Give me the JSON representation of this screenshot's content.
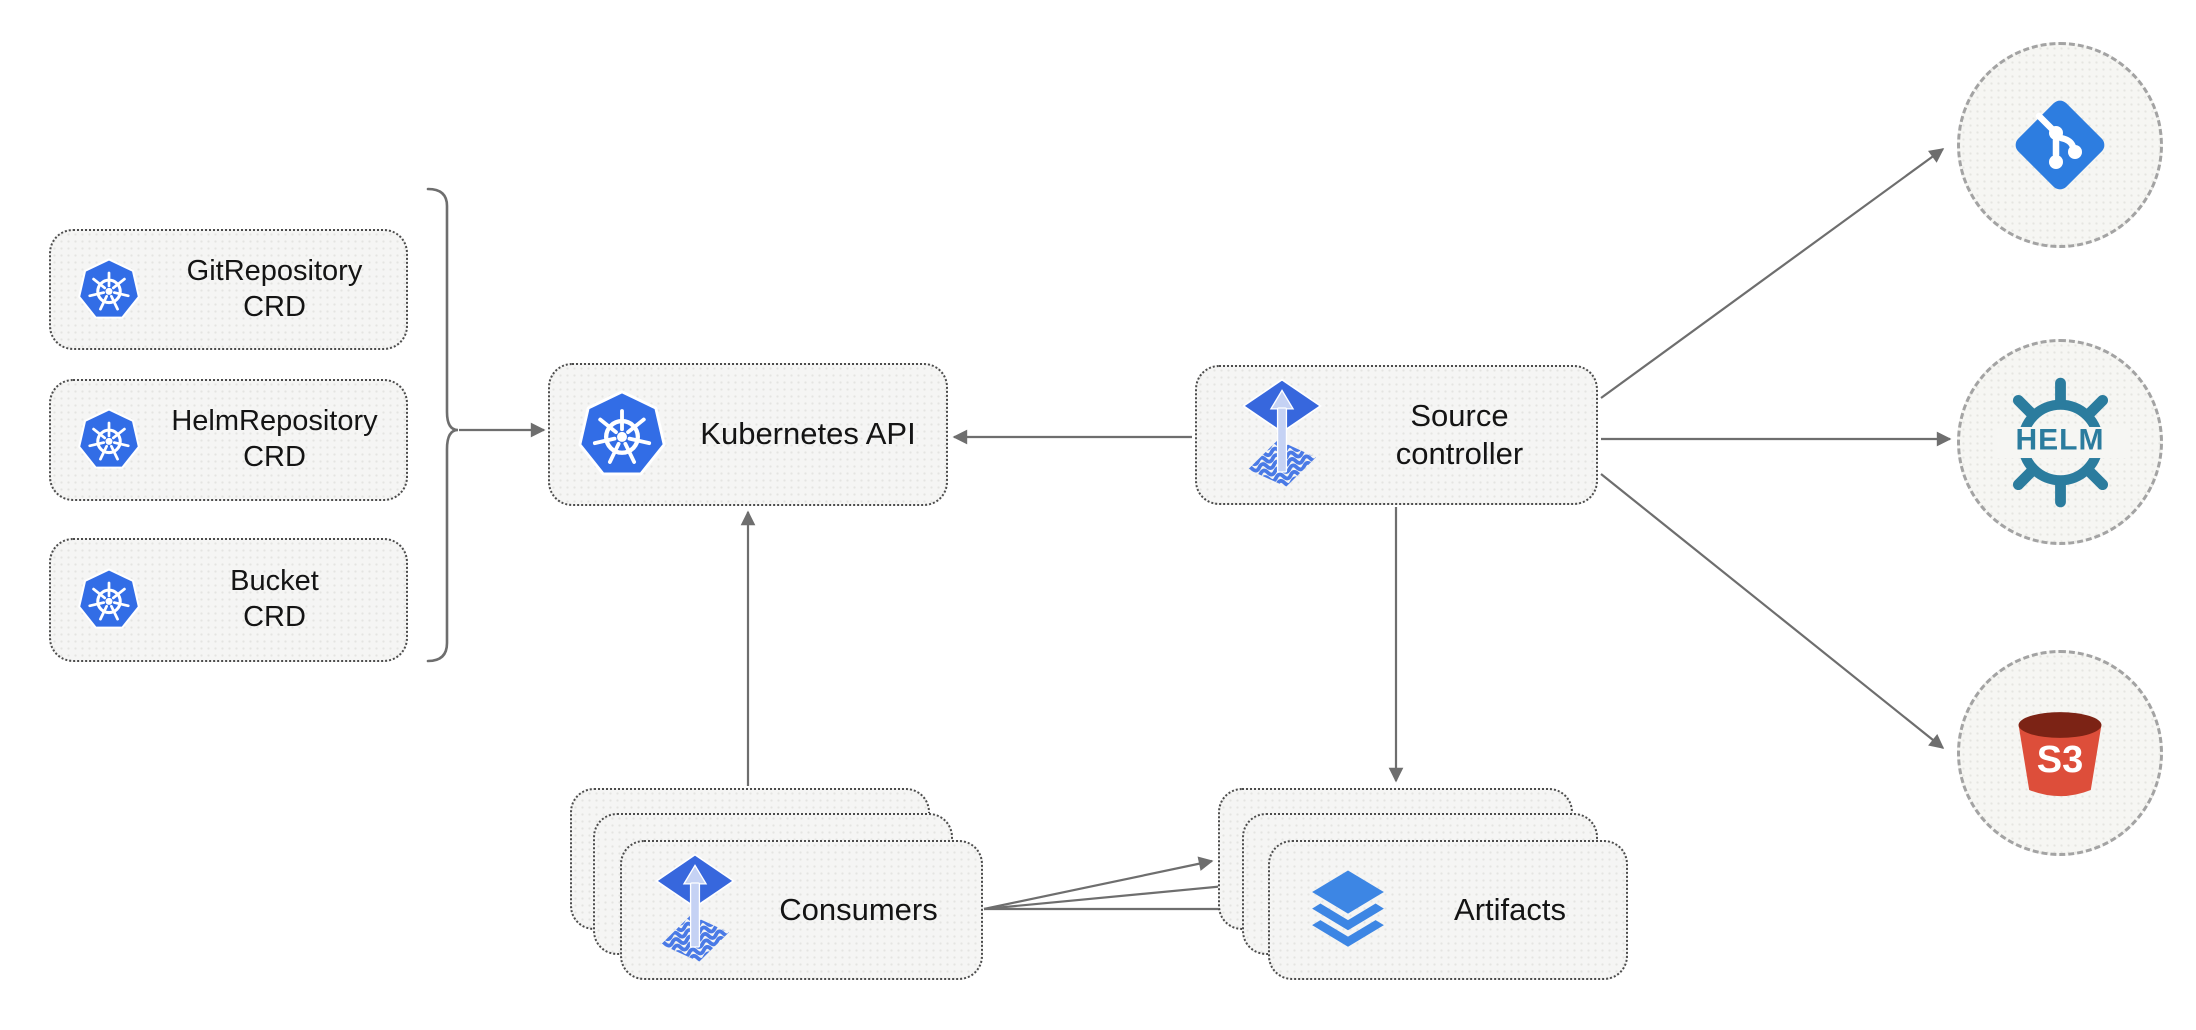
{
  "diagram": {
    "background": "#ffffff",
    "nodes": {
      "crd_boxes": [
        {
          "id": "git-repository-crd",
          "label": "GitRepository\nCRD",
          "icon": "kubernetes-icon"
        },
        {
          "id": "helm-repository-crd",
          "label": "HelmRepository\nCRD",
          "icon": "kubernetes-icon"
        },
        {
          "id": "bucket-crd",
          "label": "Bucket\nCRD",
          "icon": "kubernetes-icon"
        }
      ],
      "kubernetes_api": {
        "label": "Kubernetes API",
        "icon": "kubernetes-icon"
      },
      "source_controller": {
        "label": "Source\ncontroller",
        "icon": "flux-source-icon"
      },
      "consumers": {
        "label": "Consumers",
        "icon": "flux-source-icon",
        "stacked": 3
      },
      "artifacts": {
        "label": "Artifacts",
        "icon": "layers-icon",
        "stacked": 3
      },
      "git_remote": {
        "icon": "git-icon"
      },
      "helm_remote": {
        "icon": "helm-icon",
        "label": "HELM"
      },
      "s3_remote": {
        "icon": "s3-bucket-icon",
        "label": "S3"
      }
    },
    "edges": [
      {
        "from": "crd-group",
        "to": "kubernetes_api"
      },
      {
        "from": "source_controller",
        "to": "kubernetes_api"
      },
      {
        "from": "consumers",
        "to": "kubernetes_api"
      },
      {
        "from": "source_controller",
        "to": "artifacts"
      },
      {
        "from": "source_controller",
        "to": "git_remote"
      },
      {
        "from": "source_controller",
        "to": "helm_remote"
      },
      {
        "from": "source_controller",
        "to": "s3_remote"
      },
      {
        "from": "consumers",
        "to": "artifacts"
      },
      {
        "from": "consumers",
        "to": "artifacts"
      },
      {
        "from": "consumers",
        "to": "artifacts"
      }
    ],
    "colors": {
      "kubernetes_blue": "#326de6",
      "flux_blue": "#3767dd",
      "flux_wave_blue": "#4a7ae6",
      "flux_arrow_light": "#c5d2f4",
      "git_blue": "#2d7de0",
      "layers_blue": "#3d86e4",
      "helm_teal": "#2b7c9e",
      "s3_red": "#dd4e3a",
      "s3_dark_red": "#7c2315",
      "edge_gray": "#6e6e6e",
      "node_fill": "#f5f5f4",
      "node_border": "#4c4c4c",
      "text": "#141414"
    }
  }
}
